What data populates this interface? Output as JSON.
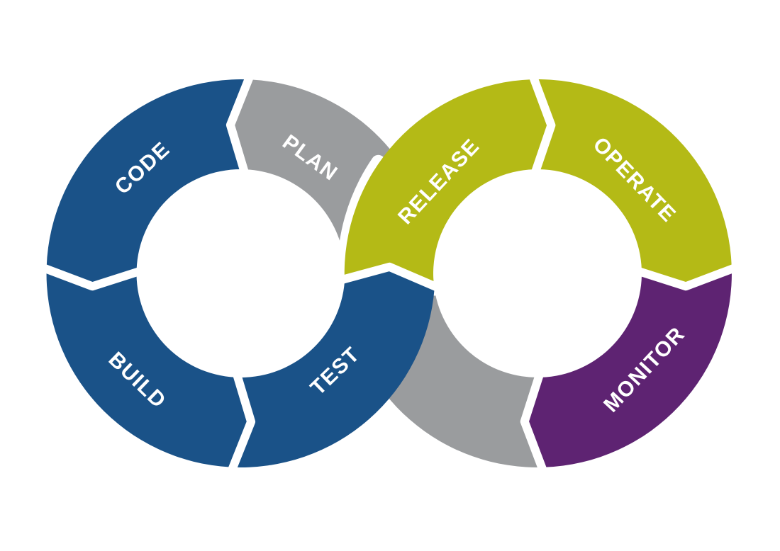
{
  "diagram": {
    "kind": "devops-infinity-loop",
    "flow_order": [
      "PLAN",
      "CODE",
      "BUILD",
      "TEST",
      "RELEASE",
      "OPERATE",
      "MONITOR"
    ]
  },
  "colors": {
    "blue": "#1a5288",
    "gray": "#9a9c9e",
    "green": "#b4ba16",
    "purple": "#5e2372",
    "divider": "#ffffff",
    "label": "#ffffff",
    "background": "#ffffff"
  },
  "loops": {
    "left": {
      "segments": [
        {
          "id": "plan",
          "label": "PLAN",
          "color": "#9a9c9e"
        },
        {
          "id": "code",
          "label": "CODE",
          "color": "#1a5288"
        },
        {
          "id": "build",
          "label": "BUILD",
          "color": "#1a5288"
        },
        {
          "id": "test",
          "label": "TEST",
          "color": "#1a5288"
        }
      ]
    },
    "right": {
      "segments": [
        {
          "id": "release",
          "label": "RELEASE",
          "color": "#b4ba16"
        },
        {
          "id": "operate",
          "label": "OPERATE",
          "color": "#b4ba16"
        },
        {
          "id": "monitor",
          "label": "MONITOR",
          "color": "#5e2372"
        },
        {
          "id": "handoff",
          "label": "",
          "color": "#9a9c9e"
        }
      ]
    }
  }
}
